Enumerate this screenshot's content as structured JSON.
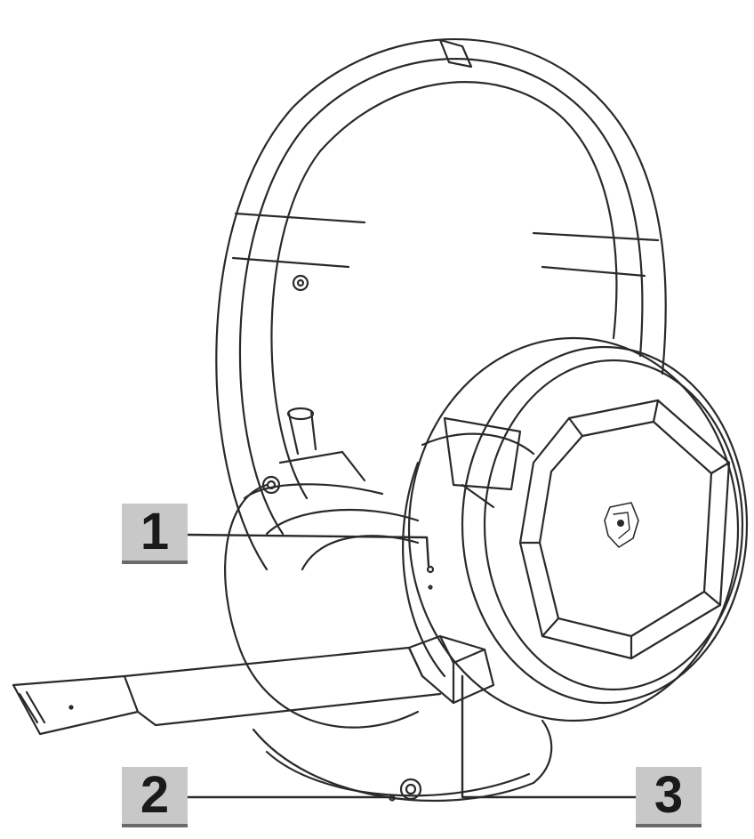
{
  "callouts": [
    {
      "label": "1"
    },
    {
      "label": "2"
    },
    {
      "label": "3"
    }
  ],
  "colors": {
    "line": "#2a2a2a",
    "callout_fill": "#c8c8c8",
    "callout_shadow": "#6a6a6a"
  },
  "icons": {
    "logo": "dragon-shield-logo-icon"
  }
}
